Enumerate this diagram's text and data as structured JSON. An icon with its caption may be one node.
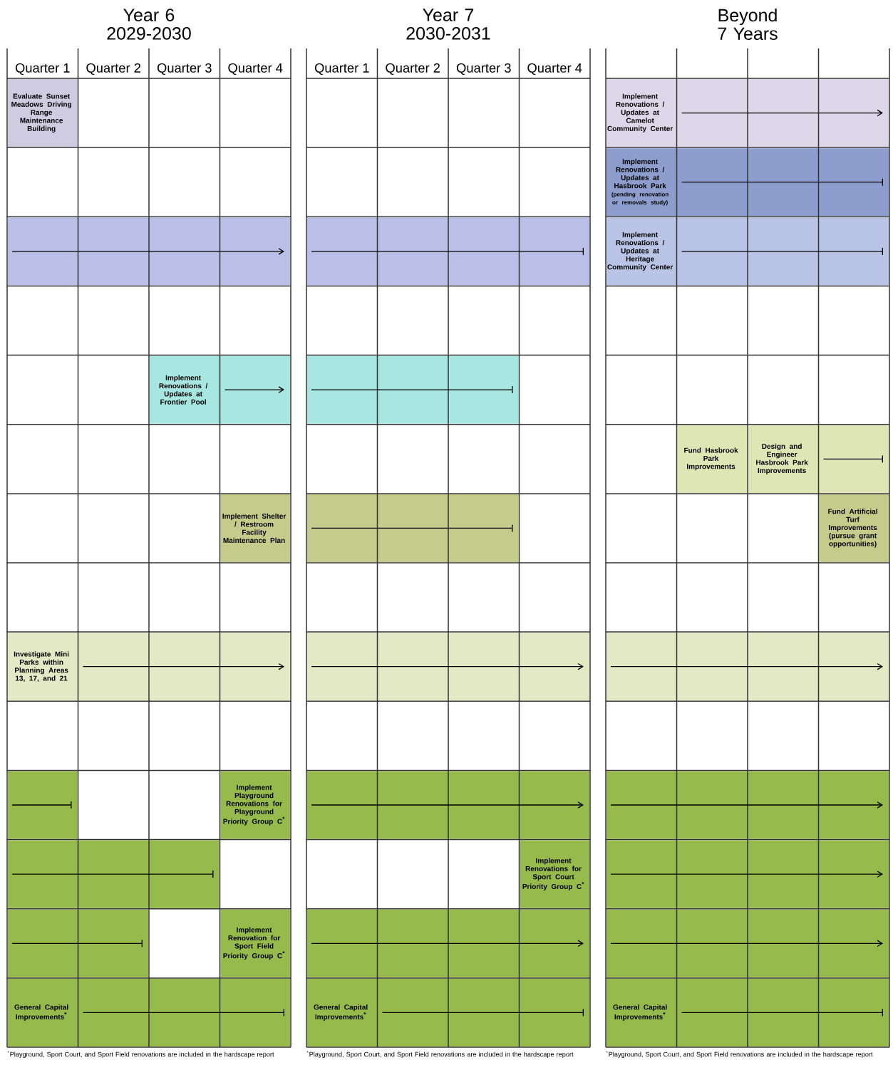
{
  "diagram": {
    "nodes": [
      {
        "text": [
          "Evaluate Sunset Meadows Driving Range Maintenance Building"
        ]
      },
      {
        "text": [],
        "shape": "bar"
      },
      {
        "text": [
          "Implement Renovations / Updates at Frontier Pool"
        ]
      },
      {
        "text": [
          "Implement Shelter / Restroom Facility Maintenance Plan"
        ]
      },
      {
        "text": [
          "Investigate Mini Parks within Planning Areas 13, 17, and 21"
        ]
      },
      {
        "text": [],
        "shape": "bar"
      },
      {
        "text": [
          "Implement Playground Renovations for Playground Priority Group C$^{*}$"
        ]
      },
      {
        "text": [],
        "shape": "bar"
      },
      {
        "text": [],
        "shape": "bar"
      },
      {
        "text": [
          "Implement Renovation for Sport Field Priority Group C$^{*}$"
        ]
      },
      {
        "text": [
          "General Capital Improvements$^{*}$"
        ]
      },
      {
        "text": [],
        "shape": "bar"
      },
      {
        "text": [],
        "shape": "bar"
      },
      {
        "text": [],
        "shape": "bar"
      },
      {
        "text": [],
        "shape": "bar"
      },
      {
        "text": [],
        "shape": "bar"
      },
      {
        "text": [
          "Implement Renovations for Sport Court Priority Group C$^{*}$"
        ]
      },
      {
        "text": [],
        "shape": "bar"
      },
      {
        "text": [
          "General Capital Improvements$^{*}$"
        ]
      },
      {
        "text": [
          "Implement Renovations / Updates at Camelot Community Center"
        ]
      },
      {
        "text": [
          "Implement Renovations / Updates at Hasbrook Park",
          "(pending renovation or removals study)"
        ]
      },
      {
        "text": [
          "Implement Renovations / Updates at Heritage Community Center"
        ]
      },
      {
        "text": [
          "Fund Hasbrook Park Improvements"
        ]
      },
      {
        "text": [
          "Design and Engineer Hasbrook Park Improvements"
        ]
      },
      {
        "text": [
          "Fund Artificial Turf Improvements (pursue grant opportunities)"
        ]
      },
      {
        "text": [],
        "shape": "bar"
      },
      {
        "text": [],
        "shape": "bar"
      },
      {
        "text": [],
        "shape": "bar"
      },
      {
        "text": [],
        "shape": "bar"
      },
      {
        "text": [
          "General Capital Improvements$^{*}$"
        ]
      }
    ],
    "labels": [
      "Year 6 2029-2030",
      "Year 7 2030-2031",
      "Beyond 7 Years",
      "Quarter 1",
      "Quarter 2",
      "Quarter 3",
      "Quarter 4",
      "Quarter 1",
      "Quarter 2",
      "Quarter 3",
      "Quarter 4",
      "$^{*}$Playground, Sport Court, and Sport Field renovations are included in the hardscape report",
      "$^{*}$Playground, Sport Court, and Sport Field renovations are included in the hardscape report",
      "$^{*}$Playground, Sport Court, and Sport Field renovations are included in the hardscape report"
    ]
  }
}
